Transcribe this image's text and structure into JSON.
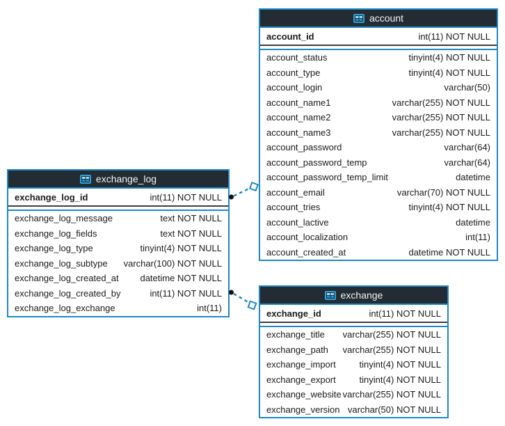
{
  "colors": {
    "accent_blue": "#1d88c5",
    "header_bg": "#222c32",
    "pk_separator": "#3d3d3d",
    "row_text": "#1a1a1a",
    "table_bg": "#ffffff",
    "icon_blue_light": "#9bdcf5",
    "icon_blue_mid": "#1e90cf"
  },
  "tables": [
    {
      "name": "account",
      "icon": "table-icon",
      "primary_key": {
        "field": "account_id",
        "type": "int(11) NOT NULL"
      },
      "columns": [
        {
          "field": "account_status",
          "type": "tinyint(4) NOT NULL"
        },
        {
          "field": "account_type",
          "type": "tinyint(4) NOT NULL"
        },
        {
          "field": "account_login",
          "type": "varchar(50)"
        },
        {
          "field": "account_name1",
          "type": "varchar(255) NOT NULL"
        },
        {
          "field": "account_name2",
          "type": "varchar(255) NOT NULL"
        },
        {
          "field": "account_name3",
          "type": "varchar(255) NOT NULL"
        },
        {
          "field": "account_password",
          "type": "varchar(64)"
        },
        {
          "field": "account_password_temp",
          "type": "varchar(64)"
        },
        {
          "field": "account_password_temp_limit",
          "type": "datetime"
        },
        {
          "field": "account_email",
          "type": "varchar(70) NOT NULL"
        },
        {
          "field": "account_tries",
          "type": "tinyint(4) NOT NULL"
        },
        {
          "field": "account_lactive",
          "type": "datetime"
        },
        {
          "field": "account_localization",
          "type": "int(11)"
        },
        {
          "field": "account_created_at",
          "type": "datetime NOT NULL"
        }
      ]
    },
    {
      "name": "exchange_log",
      "icon": "table-icon",
      "primary_key": {
        "field": "exchange_log_id",
        "type": "int(11) NOT NULL"
      },
      "columns": [
        {
          "field": "exchange_log_message",
          "type": "text NOT NULL"
        },
        {
          "field": "exchange_log_fields",
          "type": "text NOT NULL"
        },
        {
          "field": "exchange_log_type",
          "type": "tinyint(4) NOT NULL"
        },
        {
          "field": "exchange_log_subtype",
          "type": "varchar(100) NOT NULL"
        },
        {
          "field": "exchange_log_created_at",
          "type": "datetime NOT NULL"
        },
        {
          "field": "exchange_log_created_by",
          "type": "int(11) NOT NULL"
        },
        {
          "field": "exchange_log_exchange",
          "type": "int(11)"
        }
      ]
    },
    {
      "name": "exchange",
      "icon": "table-icon",
      "primary_key": {
        "field": "exchange_id",
        "type": "int(11) NOT NULL"
      },
      "columns": [
        {
          "field": "exchange_title",
          "type": "varchar(255) NOT NULL"
        },
        {
          "field": "exchange_path",
          "type": "varchar(255) NOT NULL"
        },
        {
          "field": "exchange_import",
          "type": "tinyint(4) NOT NULL"
        },
        {
          "field": "exchange_export",
          "type": "tinyint(4) NOT NULL"
        },
        {
          "field": "exchange_website",
          "type": "varchar(255) NOT NULL"
        },
        {
          "field": "exchange_version",
          "type": "varchar(50) NOT NULL"
        }
      ]
    }
  ],
  "relations": [
    {
      "from": "exchange_log",
      "to": "account",
      "from_marker": "dot",
      "to_marker": "diamond",
      "style": "dashed"
    },
    {
      "from": "exchange_log",
      "to": "exchange",
      "from_marker": "dot",
      "to_marker": "diamond",
      "style": "dashed"
    }
  ]
}
